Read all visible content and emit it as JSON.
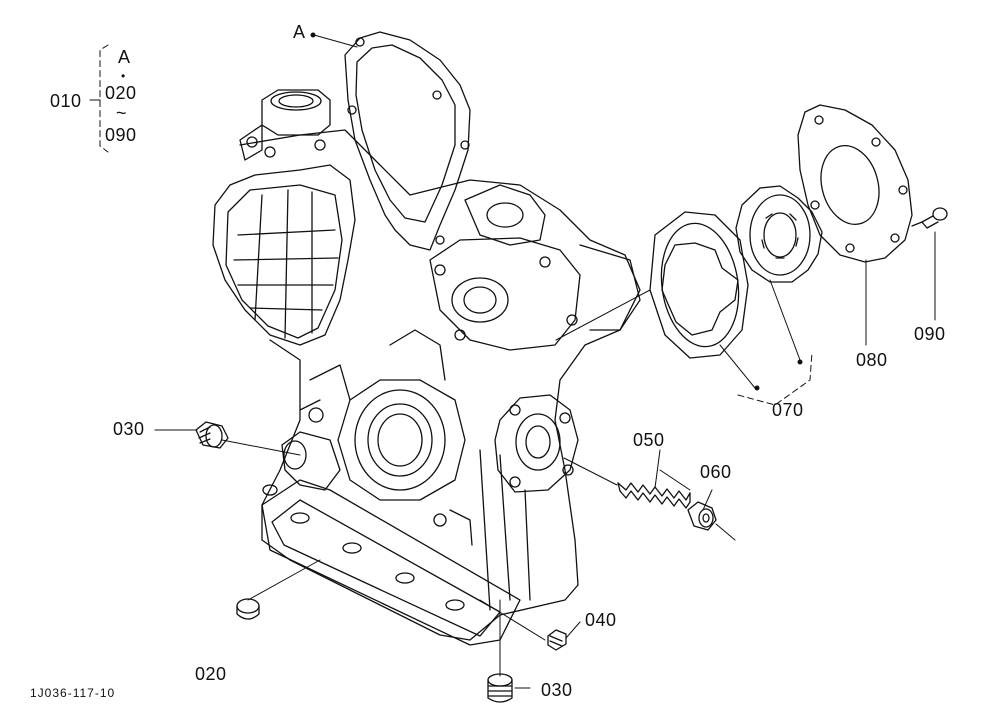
{
  "labels": {
    "group_main": "010",
    "group_from": "020",
    "group_tilde": "~",
    "group_to": "090",
    "ref_a": "A",
    "ref_a_group": "A",
    "ref_a_dot": "•",
    "p020": "020",
    "p030_left": "030",
    "p030_bottom": "030",
    "p040": "040",
    "p050": "050",
    "p060": "060",
    "p070": "070",
    "p080": "080",
    "p090": "090"
  },
  "figure_code": "1J036-117-10",
  "colors": {
    "ink": "#111111",
    "paper": "#ffffff"
  }
}
